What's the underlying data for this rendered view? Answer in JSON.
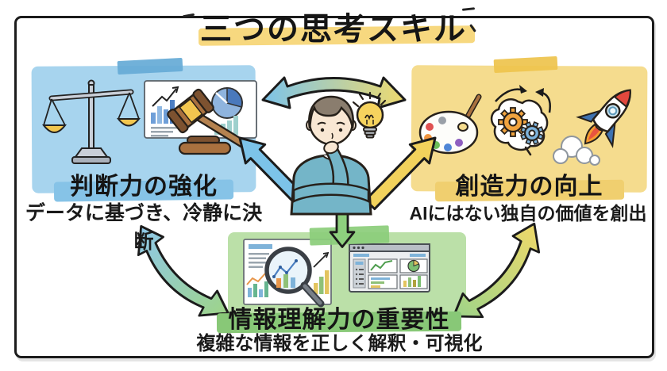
{
  "title": {
    "text": "三つの思考スキル",
    "highlight_color": "#f7d87f"
  },
  "panels": {
    "judgment": {
      "title": "判断力の強化",
      "subtitle": "データに基づき、冷静に決断",
      "bg_color": "#a7d4ee",
      "tape_color": "#66abd6",
      "title_highlight_color": "#86c3e7",
      "icons": [
        "balance-scale-icon",
        "chart-board-icon",
        "gavel-icon"
      ]
    },
    "creativity": {
      "title": "創造力の向上",
      "subtitle": "AIにはない独自の価値を創出",
      "bg_color": "#f5dc8e",
      "tape_color": "#eec44e",
      "title_highlight_color": "#f0cf6f",
      "icons": [
        "palette-icon",
        "brain-gears-icon",
        "rocket-icon"
      ]
    },
    "information": {
      "title": "情報理解力の重要性",
      "subtitle": "複雑な情報を正しく解釈・可視化",
      "bg_color": "#bbe0a8",
      "tape_color": "#8ccd7b",
      "title_highlight_color": "#88c877",
      "icons": [
        "document-magnifier-icon",
        "dashboard-icon"
      ]
    }
  },
  "center_figure": {
    "icons": [
      "thinking-person",
      "lightbulb-icon"
    ]
  },
  "arrows": {
    "top_double": {
      "colors": [
        "#7cc3e9",
        "#eeda6e"
      ]
    },
    "left_single": {
      "color": "#7cc3e9"
    },
    "right_single": {
      "color": "#f2d25c"
    },
    "down_single": {
      "color": "#8ed07e"
    },
    "bottom_left_double": {
      "colors": [
        "#8fc8ea",
        "#9ed489"
      ]
    },
    "bottom_right_double": {
      "colors": [
        "#eed96a",
        "#9ed489"
      ]
    }
  }
}
